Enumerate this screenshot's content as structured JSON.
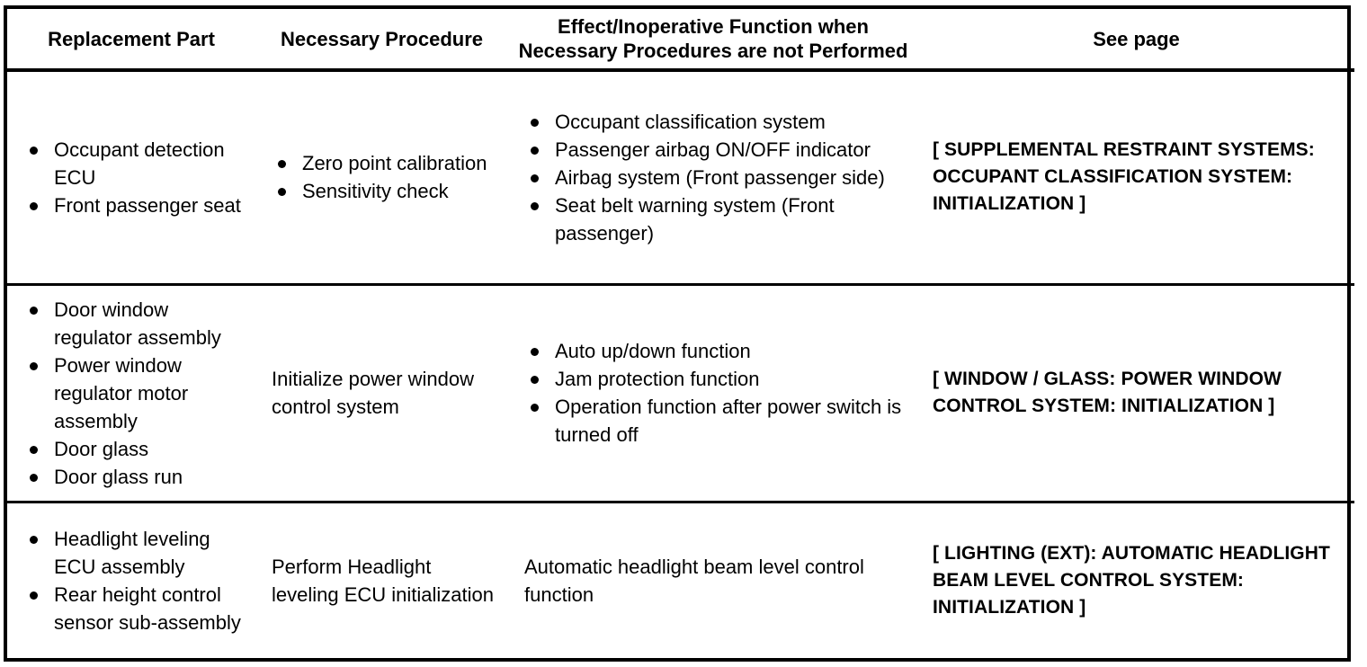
{
  "table": {
    "headers": [
      "Replacement Part",
      "Necessary Procedure",
      "Effect/Inoperative Function when Necessary Procedures are not Performed",
      "See page"
    ],
    "rows": [
      {
        "replacement_part": [
          "Occupant detection ECU",
          "Front passenger seat"
        ],
        "necessary_procedure": [
          "Zero point calibration",
          "Sensitivity check"
        ],
        "effects": [
          "Occupant classification system",
          "Passenger airbag ON/OFF indicator",
          "Airbag system (Front passenger side)",
          "Seat belt warning system (Front passenger)"
        ],
        "see_page": "[ SUPPLEMENTAL RESTRAINT SYSTEMS: OCCUPANT CLASSIFICATION SYSTEM: INITIALIZATION ]"
      },
      {
        "replacement_part": [
          "Door window regulator assembly",
          "Power window regulator motor assembly",
          "Door glass",
          "Door glass run"
        ],
        "necessary_procedure_text": "Initialize power window control system",
        "effects": [
          "Auto up/down function",
          "Jam protection function",
          "Operation function after power switch is turned off"
        ],
        "see_page": "[ WINDOW / GLASS: POWER WINDOW CONTROL SYSTEM: INITIALIZATION ]"
      },
      {
        "replacement_part": [
          "Headlight leveling ECU assembly",
          "Rear height control sensor sub-assembly"
        ],
        "necessary_procedure_text": "Perform Headlight leveling ECU initialization",
        "effect_text": "Automatic headlight beam level control function",
        "see_page": "[ LIGHTING (EXT): AUTOMATIC HEADLIGHT BEAM LEVEL CONTROL SYSTEM: INITIALIZATION ]"
      }
    ]
  },
  "colors": {
    "border": "#000000",
    "text": "#000000",
    "background": "#ffffff"
  }
}
